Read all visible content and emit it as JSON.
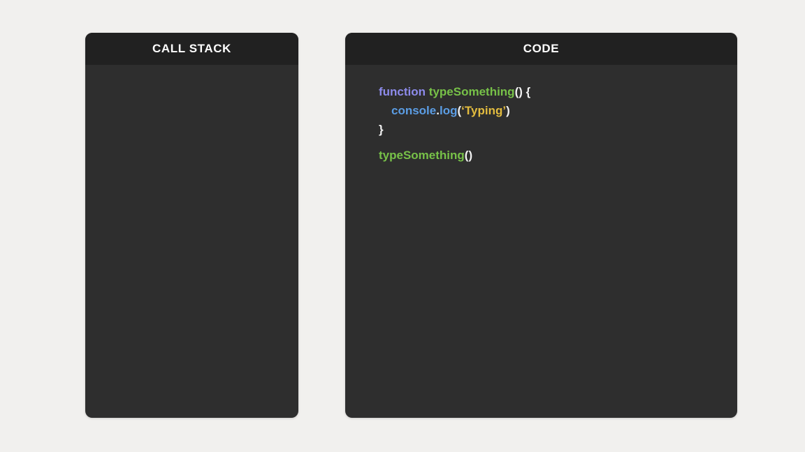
{
  "colors": {
    "page_bg": "#f1f0ee",
    "header_bg": "#212121",
    "panel_bg": "#2e2e2e",
    "title_color": "#ffffff",
    "keyword": "#8d8beb",
    "func": "#77c148",
    "object": "#5b9de4",
    "string": "#e3bc3f",
    "plain": "#f2f2f2"
  },
  "panels": {
    "call_stack": {
      "title": "CALL STACK",
      "frames": []
    },
    "code": {
      "title": "CODE",
      "lines": [
        {
          "indent": 0,
          "tokens": [
            {
              "t": "function",
              "c": "keyword"
            },
            {
              "t": " ",
              "c": "plain"
            },
            {
              "t": "typeSomething",
              "c": "func"
            },
            {
              "t": "() {",
              "c": "plain"
            }
          ]
        },
        {
          "indent": 1,
          "tokens": [
            {
              "t": "console",
              "c": "object"
            },
            {
              "t": ".",
              "c": "plain"
            },
            {
              "t": "log",
              "c": "object"
            },
            {
              "t": "(",
              "c": "plain"
            },
            {
              "t": "‘Typing’",
              "c": "string"
            },
            {
              "t": ")",
              "c": "plain"
            }
          ]
        },
        {
          "indent": 0,
          "tokens": [
            {
              "t": "}",
              "c": "plain"
            }
          ]
        },
        {
          "indent": 0,
          "blank": true,
          "tokens": []
        },
        {
          "indent": 0,
          "tokens": [
            {
              "t": "typeSomething",
              "c": "func"
            },
            {
              "t": "()",
              "c": "plain"
            }
          ]
        }
      ]
    }
  }
}
